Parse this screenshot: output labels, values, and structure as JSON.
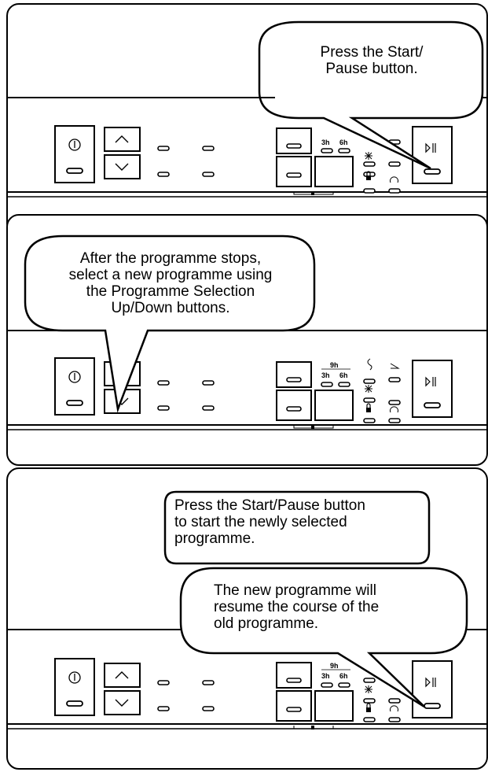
{
  "steps": [
    {
      "callout": "Press the Start/\nPause button.",
      "timer_labels": [
        "3h",
        "6h"
      ],
      "delay_label": ""
    },
    {
      "callout": "After the programme stops,\nselect a new programme using\nthe Programme Selection\nUp/Down buttons.",
      "timer_labels": [
        "3h",
        "6h"
      ],
      "delay_label": "9h"
    },
    {
      "callout_1": "Press the Start/Pause button\nto start the newly selected\nprogramme.",
      "callout_2": "The new programme will\nresume the course of the\nold programme.",
      "timer_labels": [
        "3h",
        "6h"
      ],
      "delay_label": "9h"
    }
  ],
  "icons": {
    "power": "power-icon",
    "up": "chevron-up-icon",
    "down": "chevron-down-icon",
    "start_pause": "start-pause-icon",
    "lock": "lock-icon",
    "sun": "sun-icon",
    "rinse": "rinse-icon",
    "shelf": "shelf-icon",
    "clock": "clock-icon"
  }
}
